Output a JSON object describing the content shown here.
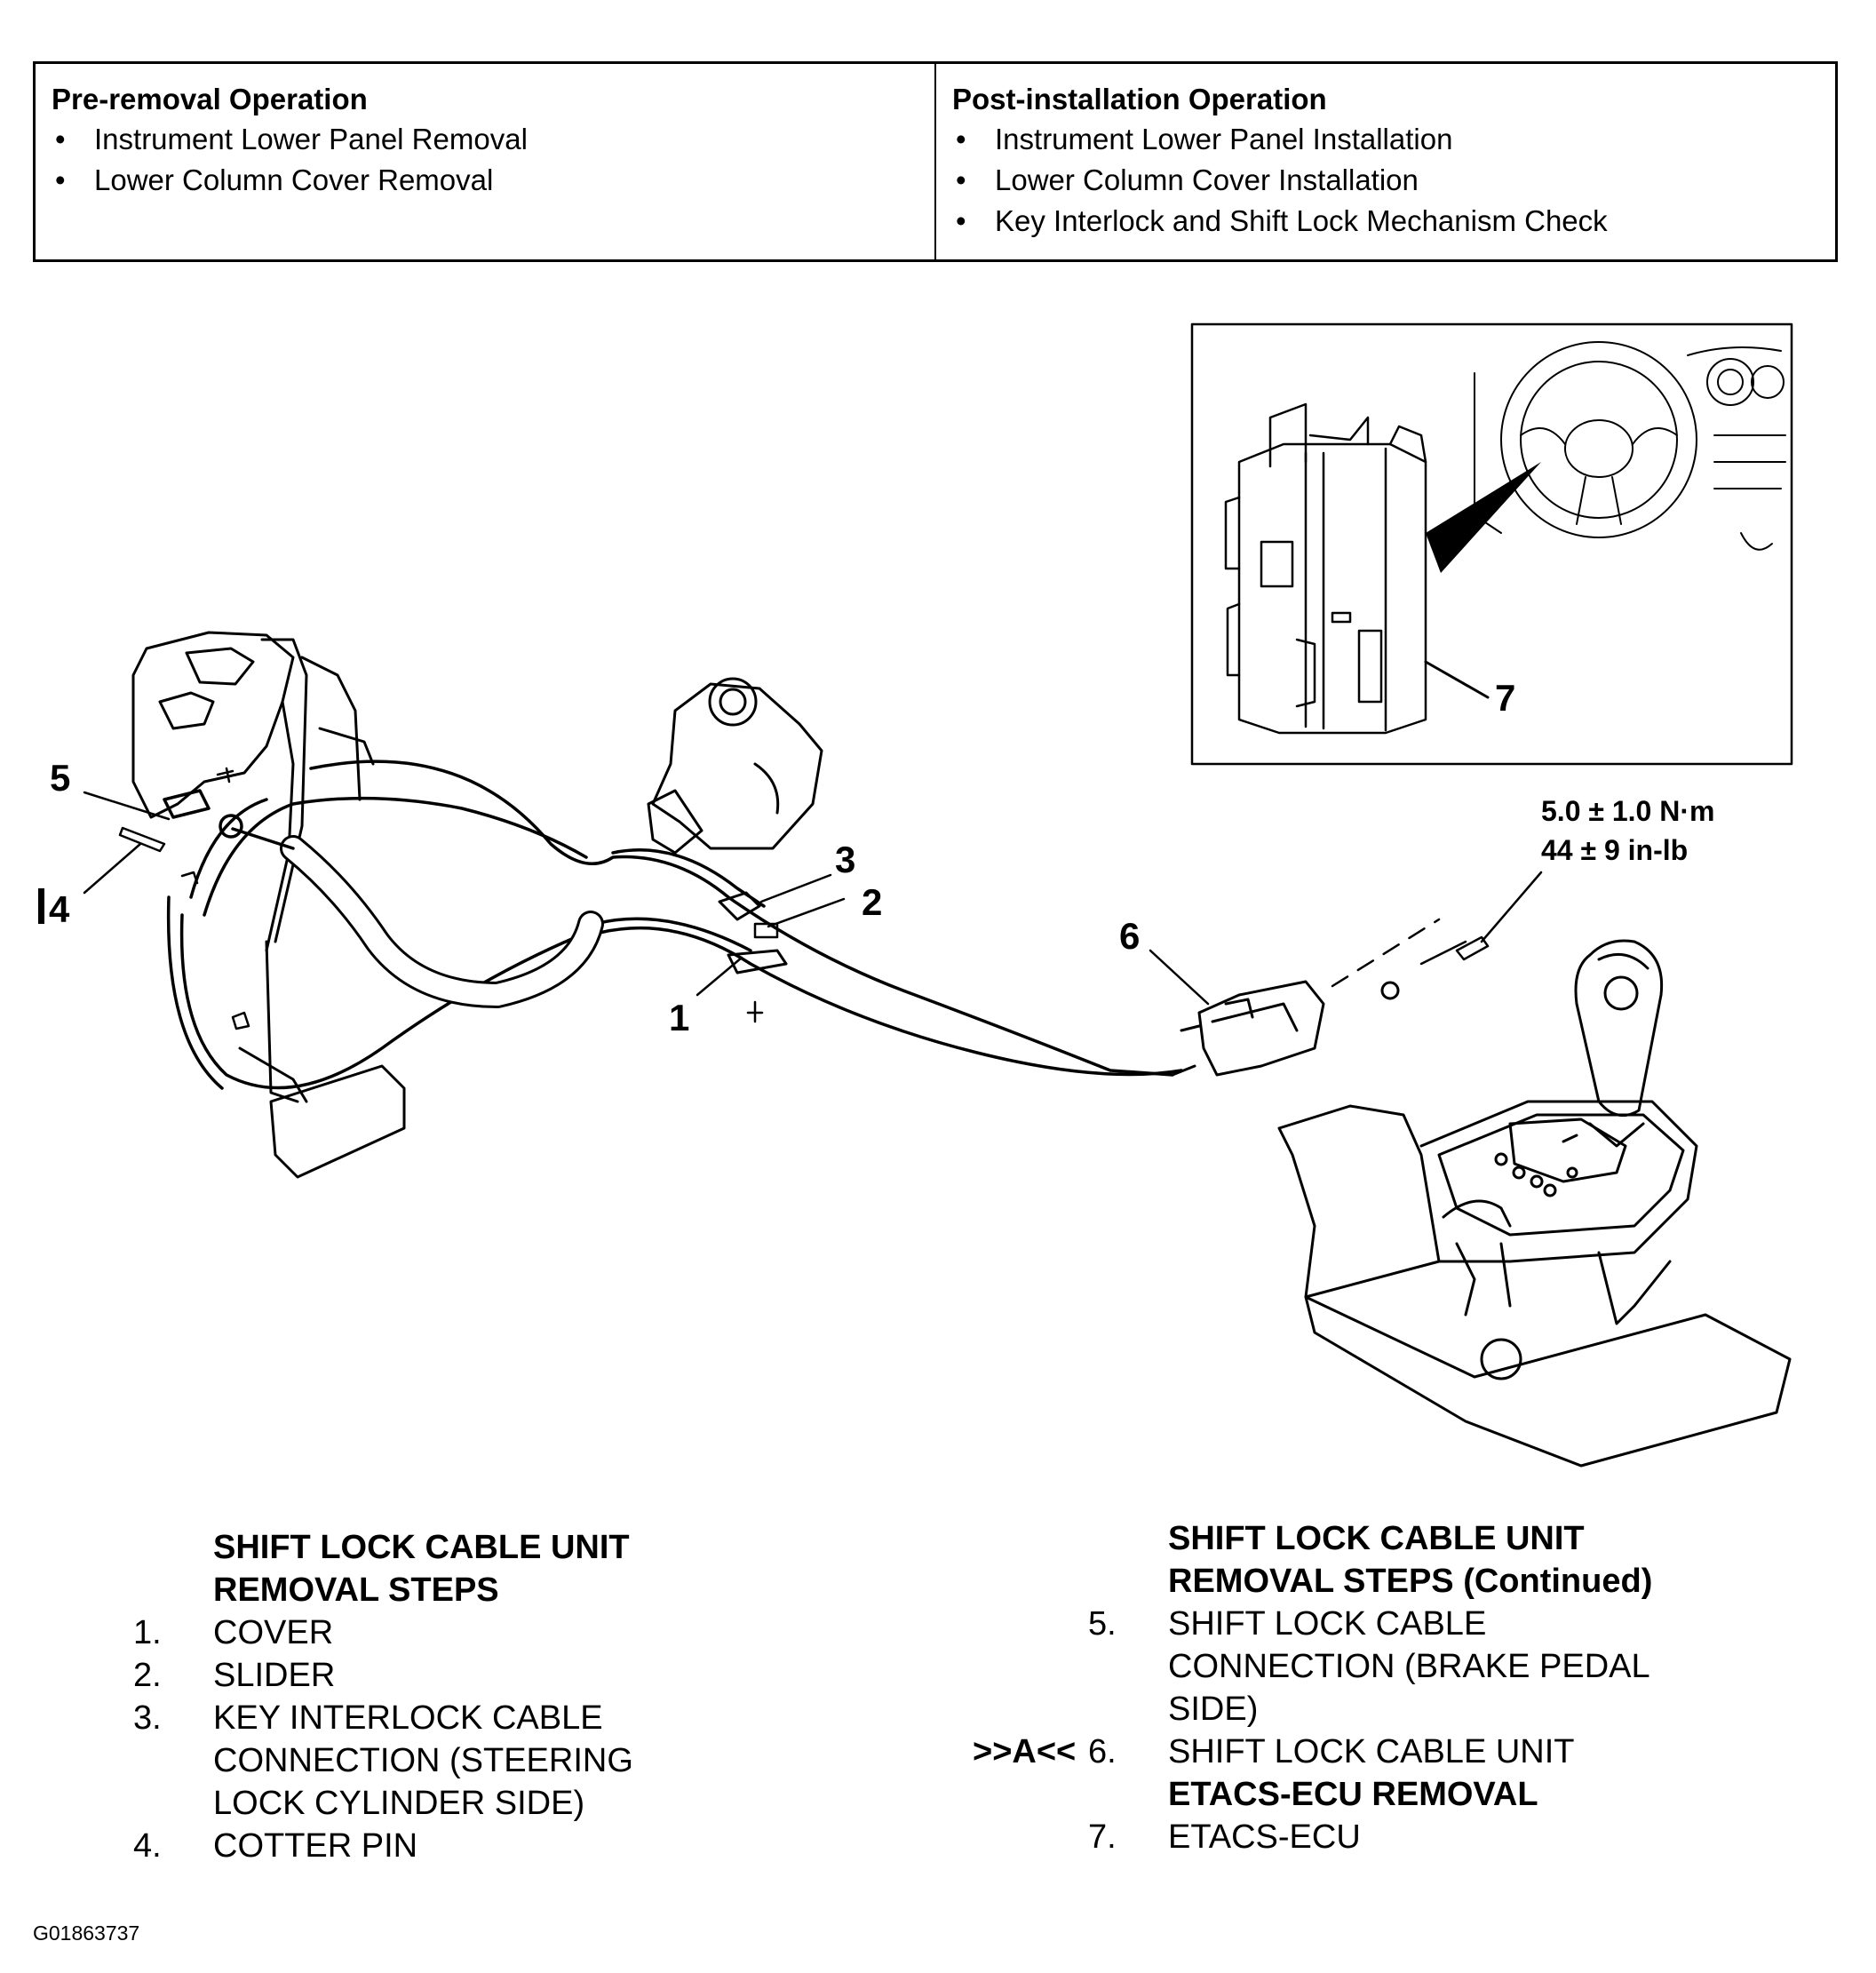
{
  "pre_removal": {
    "heading": "Pre-removal Operation",
    "items": [
      "Instrument Lower Panel Removal",
      "Lower Column Cover Removal"
    ]
  },
  "post_installation": {
    "heading": "Post-installation Operation",
    "items": [
      "Instrument Lower Panel Installation",
      "Lower Column Cover Installation",
      "Key Interlock and Shift Lock Mechanism Check"
    ]
  },
  "callouts": [
    "1",
    "2",
    "3",
    "4",
    "5",
    "6",
    "7"
  ],
  "torque": {
    "metric": "5.0 ± 1.0 N·m",
    "imperial": "44 ± 9 in-lb"
  },
  "steps_left": {
    "heading_line1": "SHIFT LOCK CABLE UNIT",
    "heading_line2": "REMOVAL STEPS",
    "items": [
      {
        "num": "1.",
        "text": "COVER"
      },
      {
        "num": "2.",
        "text": "SLIDER"
      },
      {
        "num": "3.",
        "text": "KEY INTERLOCK CABLE"
      },
      {
        "num": "",
        "text": "CONNECTION (STEERING"
      },
      {
        "num": "",
        "text": "LOCK CYLINDER SIDE)"
      },
      {
        "num": "4.",
        "text": "COTTER PIN"
      }
    ]
  },
  "steps_right": {
    "heading_line1": "SHIFT LOCK CABLE UNIT",
    "heading_line2": "REMOVAL STEPS (Continued)",
    "items": [
      {
        "mark": "",
        "num": "5.",
        "text": "SHIFT LOCK CABLE"
      },
      {
        "mark": "",
        "num": "",
        "text": "CONNECTION (BRAKE PEDAL"
      },
      {
        "mark": "",
        "num": "",
        "text": "SIDE)"
      },
      {
        "mark": ">>A<<",
        "num": "6.",
        "text": "SHIFT LOCK CABLE UNIT"
      }
    ],
    "subheading": "ETACS-ECU REMOVAL",
    "items2": [
      {
        "mark": "",
        "num": "7.",
        "text": "ETACS-ECU"
      }
    ]
  },
  "figure_id": "G01863737"
}
